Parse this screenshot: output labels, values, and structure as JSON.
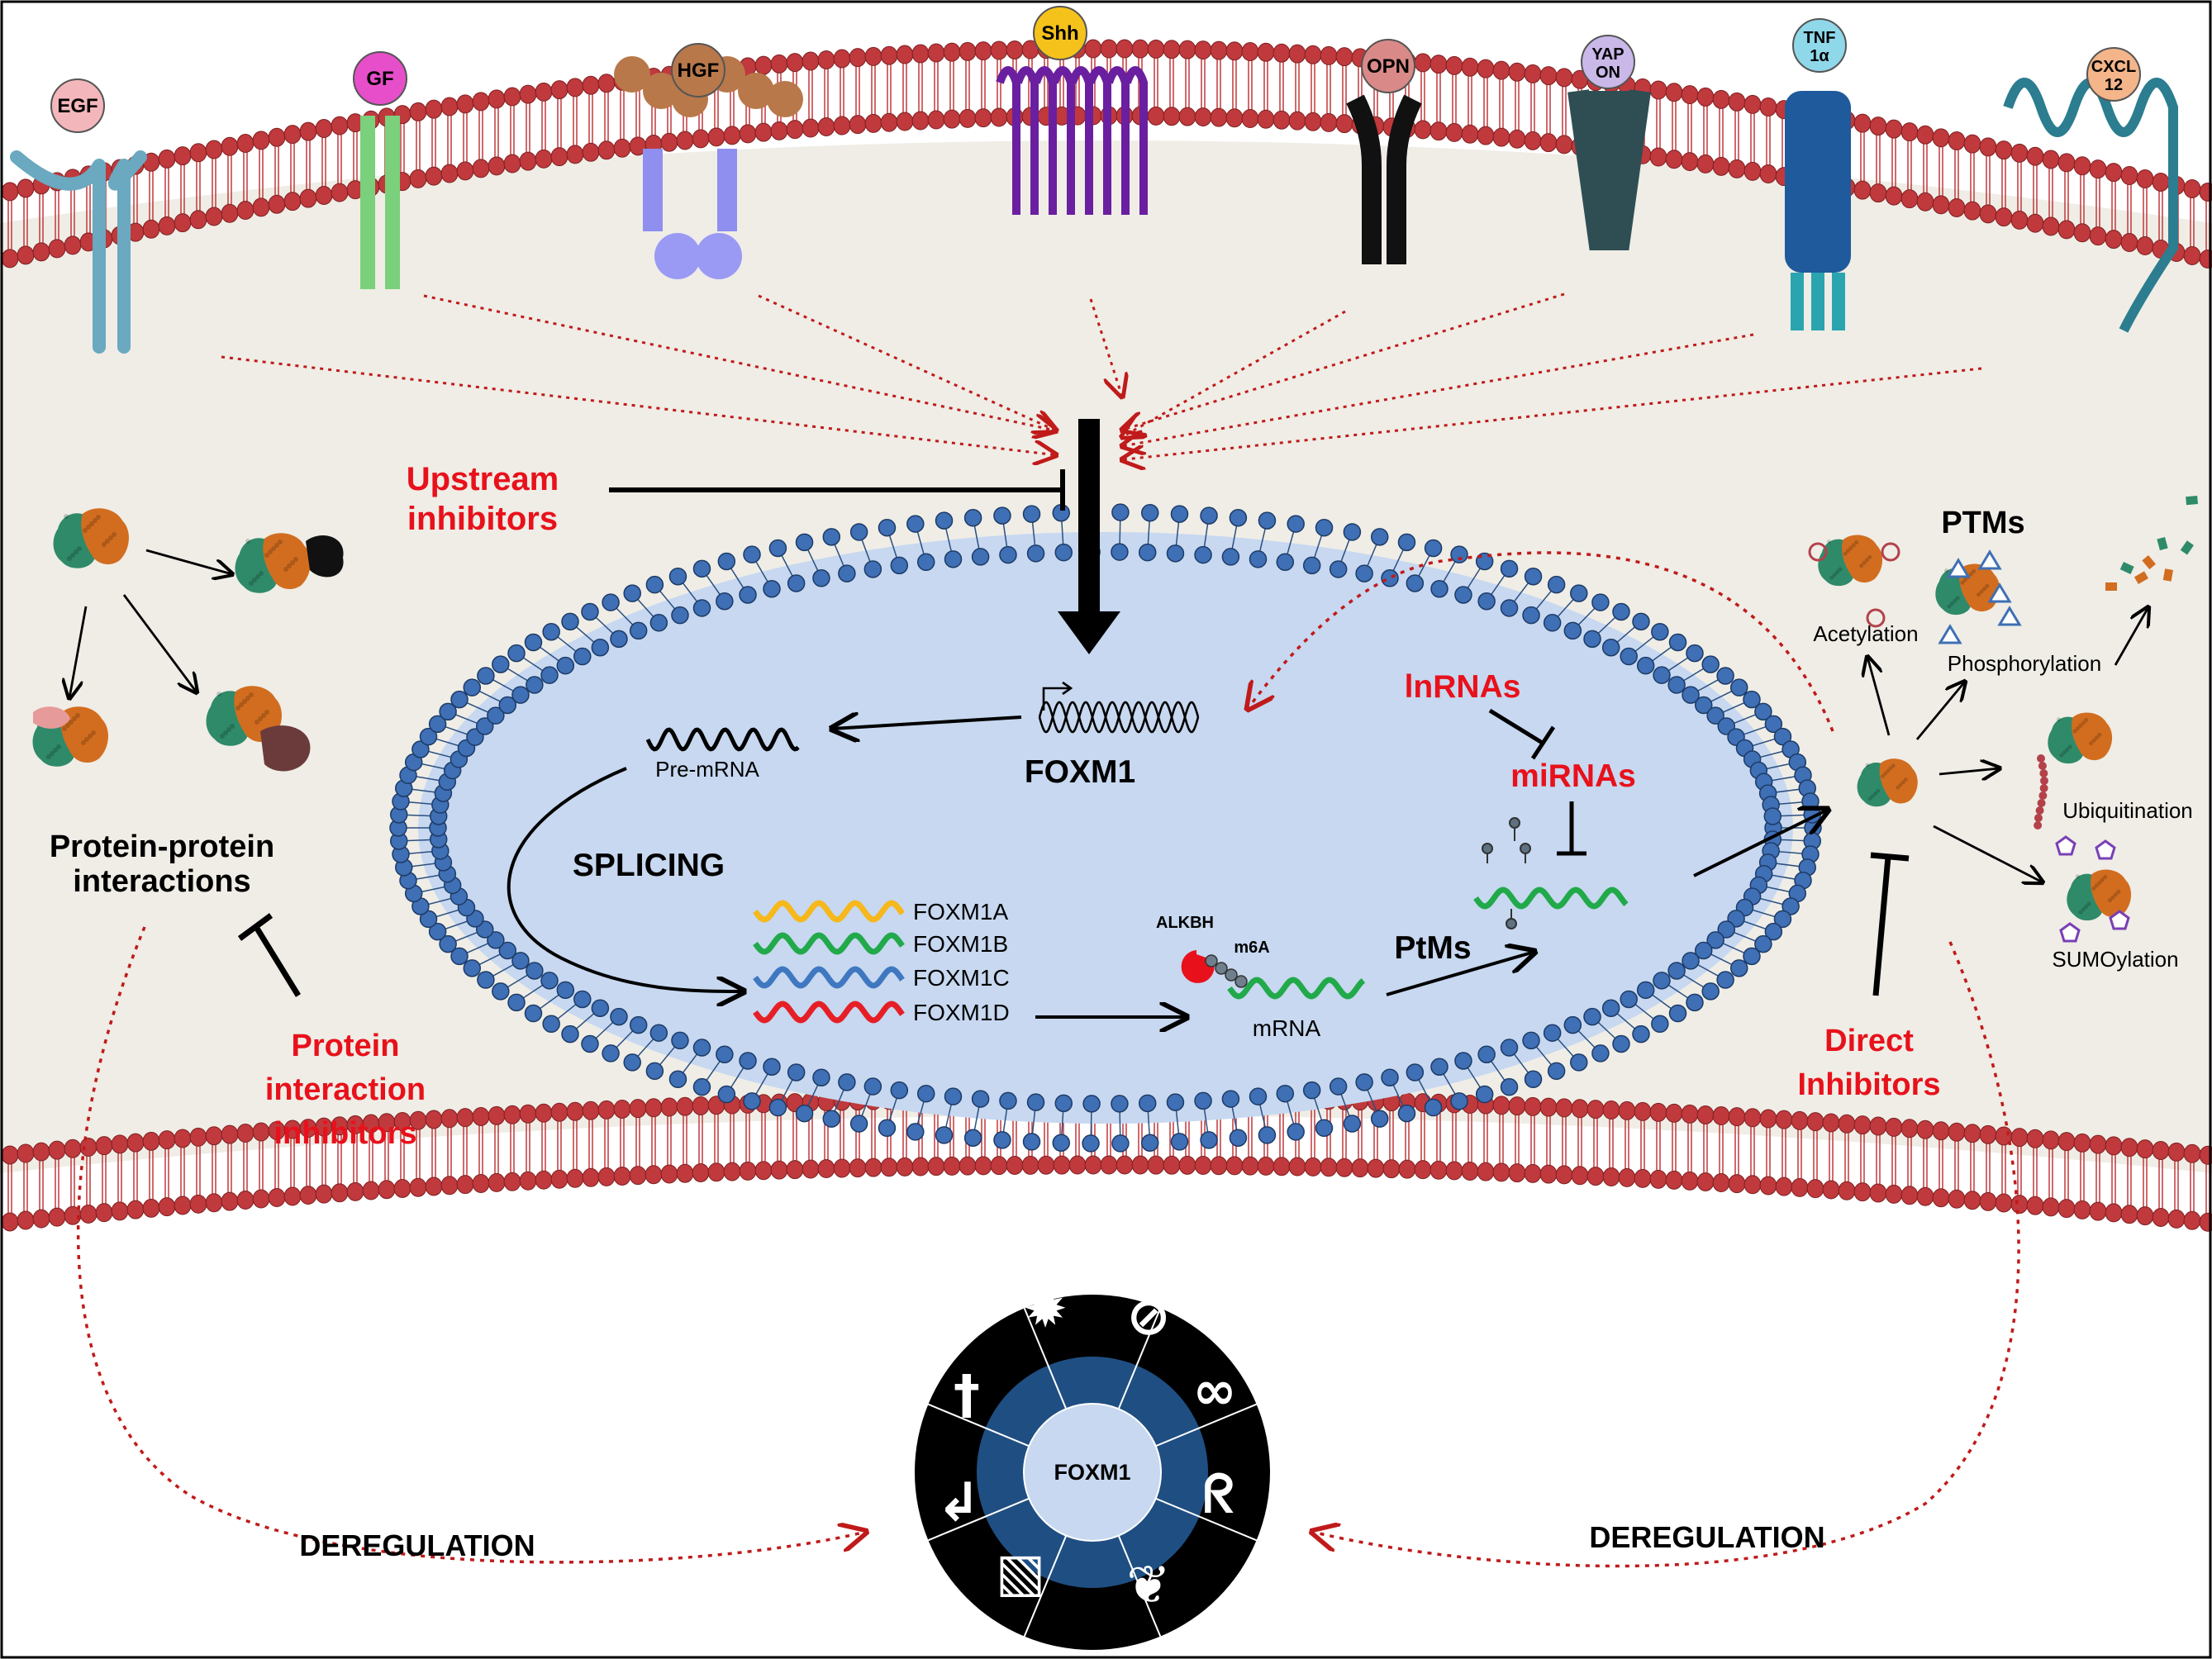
{
  "ligands": [
    {
      "id": "egf",
      "label": "EGF",
      "color": "#f3b7bb"
    },
    {
      "id": "gf",
      "label": "GF",
      "color": "#e64fc9"
    },
    {
      "id": "hgf",
      "label": "HGF",
      "color": "#b8784a"
    },
    {
      "id": "shh",
      "label": "Shh",
      "color": "#f5c21b"
    },
    {
      "id": "opn",
      "label": "OPN",
      "color": "#d98a88"
    },
    {
      "id": "yap",
      "label": "YAP\nON",
      "color": "#c9b8e8"
    },
    {
      "id": "tnf",
      "label": "TNF\n1α",
      "color": "#8fd8ea"
    },
    {
      "id": "cxcl",
      "label": "CXCL\n12",
      "color": "#f4b58a"
    }
  ],
  "upstream_inhibitors": "Upstream\ninhibitors",
  "gene": {
    "label": "FOXM1"
  },
  "pre_mrna": "Pre-mRNA",
  "splicing": "SPLICING",
  "isoforms": [
    {
      "label": "FOXM1A",
      "color": "#f6b81a"
    },
    {
      "label": "FOXM1B",
      "color": "#21a94a"
    },
    {
      "label": "FOXM1C",
      "color": "#3f78c0"
    },
    {
      "label": "FOXM1D",
      "color": "#e61f26"
    }
  ],
  "mrna": {
    "eraser": "ALKBH",
    "mark": "m6A",
    "label": "mRNA"
  },
  "ptms_nuclear": "PtMs",
  "lnrnas": "lnRNAs",
  "mirnas": "miRNAs",
  "ppi": {
    "title": "Protein-protein\ninteractions",
    "inhibitors": "Protein\ninteraction\ninhibitors"
  },
  "ptms": {
    "title": "PTMs",
    "acetylation": "Acetylation",
    "phosphorylation": "Phosphorylation",
    "ubiquitination": "Ubiquitination",
    "sumoylation": "SUMOylation"
  },
  "direct_inhibitors": "Direct\nInhibitors",
  "deregulation_left": "DEREGULATION",
  "deregulation_right": "DEREGULATION",
  "hallmark_center": "FOXM1",
  "colors": {
    "membrane_head": "#c0393c",
    "nuclear_head": "#3f6fb5",
    "nucleus_fill": "#c7d8f0",
    "cytoplasm": "#efede6",
    "dashed": "#c01a1a",
    "red_text": "#e8111b"
  }
}
